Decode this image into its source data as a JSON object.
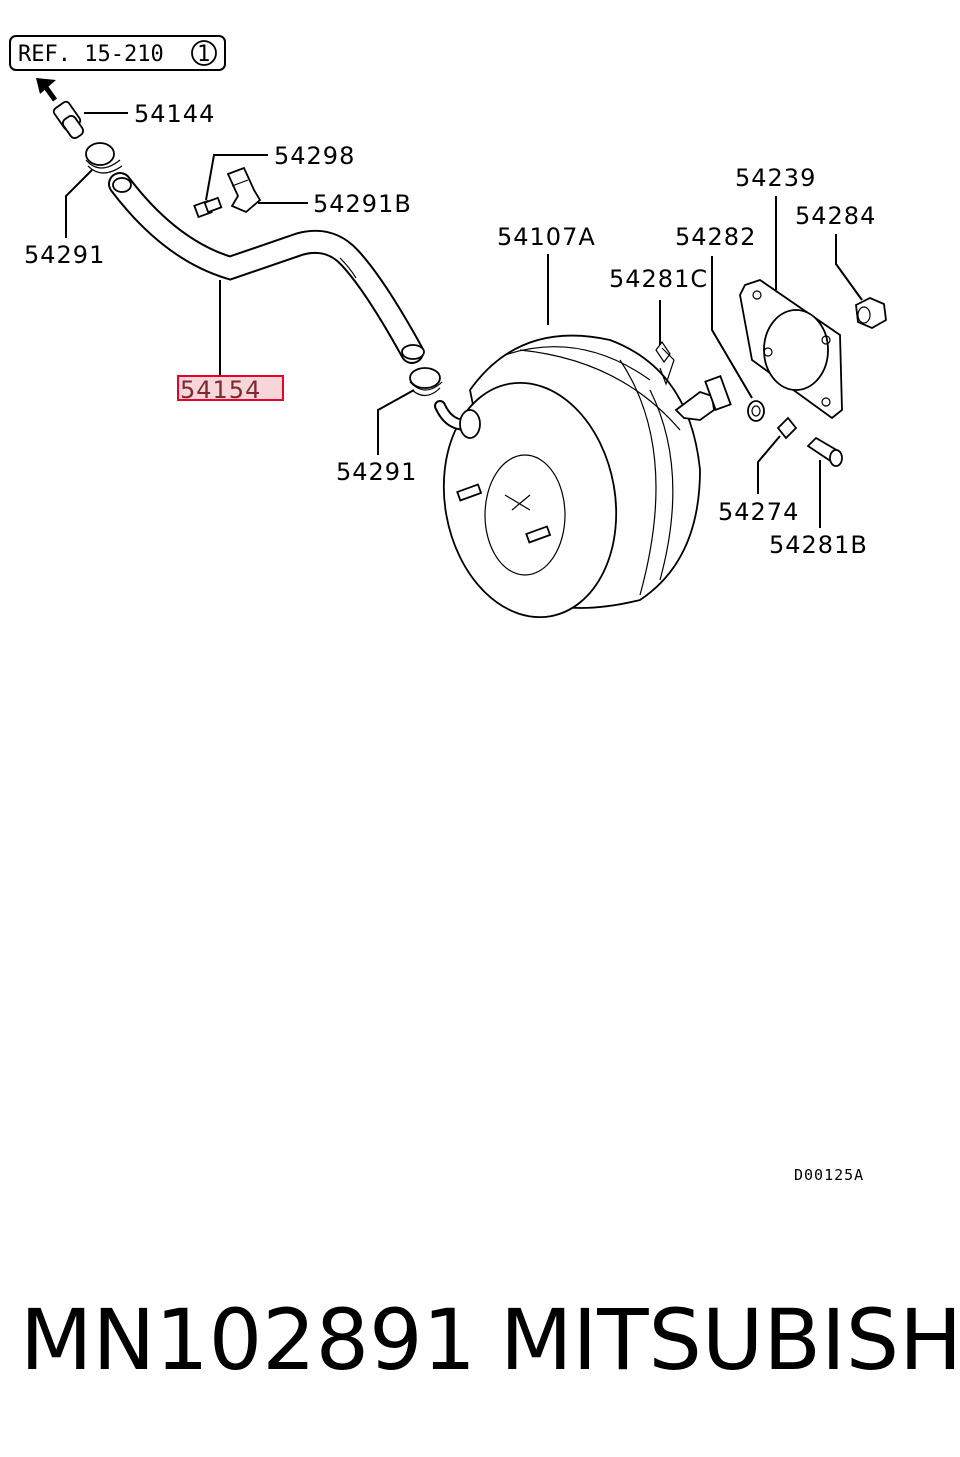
{
  "reference": {
    "text": "REF. 15-210",
    "circle": "1"
  },
  "labels": {
    "p54144": "54144",
    "p54298": "54298",
    "p54291b": "54291B",
    "p54291_top": "54291",
    "p54154": "54154",
    "p54291_mid": "54291",
    "p54107a": "54107A",
    "p54282": "54282",
    "p54281c": "54281C",
    "p54239": "54239",
    "p54284": "54284",
    "p54274": "54274",
    "p54281b": "54281B"
  },
  "diagram_code": "D00125A",
  "footer": {
    "part_number": "MN102891",
    "brand": "MITSUBISHI"
  },
  "colors": {
    "highlight": "#e8002a"
  }
}
